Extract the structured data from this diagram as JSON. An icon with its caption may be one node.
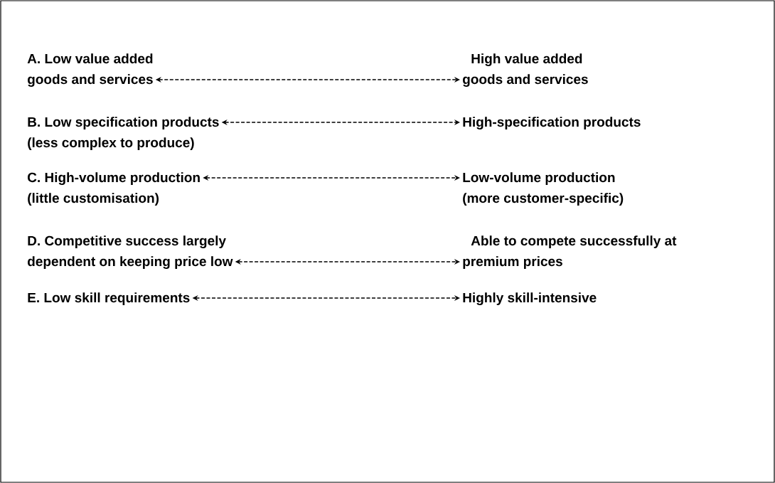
{
  "diagram": {
    "nodes": [
      {
        "text": [
          "A. Low value added goods and services"
        ]
      },
      {
        "text": [
          "High value added goods and services"
        ]
      },
      {
        "text": [
          "B. Low specification products (less complex to produce)"
        ]
      },
      {
        "text": [
          "High-specification products"
        ]
      },
      {
        "text": [
          "C. High-volume production (little customisation)"
        ]
      },
      {
        "text": [
          "Low-volume production (more customer-specific)"
        ]
      },
      {
        "text": [
          "D. Competitive success largely dependent on keeping price low"
        ]
      },
      {
        "text": [
          "Able to compete successfully at premium prices"
        ]
      },
      {
        "text": [
          "E. Low skill requirements"
        ]
      },
      {
        "text": [
          "Highly skill-intensive"
        ]
      }
    ],
    "edges": [
      {
        "from": 0,
        "to": 1,
        "arrow": "both",
        "style": "dashed"
      },
      {
        "from": 2,
        "to": 3,
        "arrow": "both",
        "style": "dashed"
      },
      {
        "from": 4,
        "to": 5,
        "arrow": "both",
        "style": "dashed"
      },
      {
        "from": 6,
        "to": 7,
        "arrow": "both",
        "style": "dashed"
      },
      {
        "from": 8,
        "to": 9,
        "arrow": "both",
        "style": "dashed"
      }
    ]
  }
}
